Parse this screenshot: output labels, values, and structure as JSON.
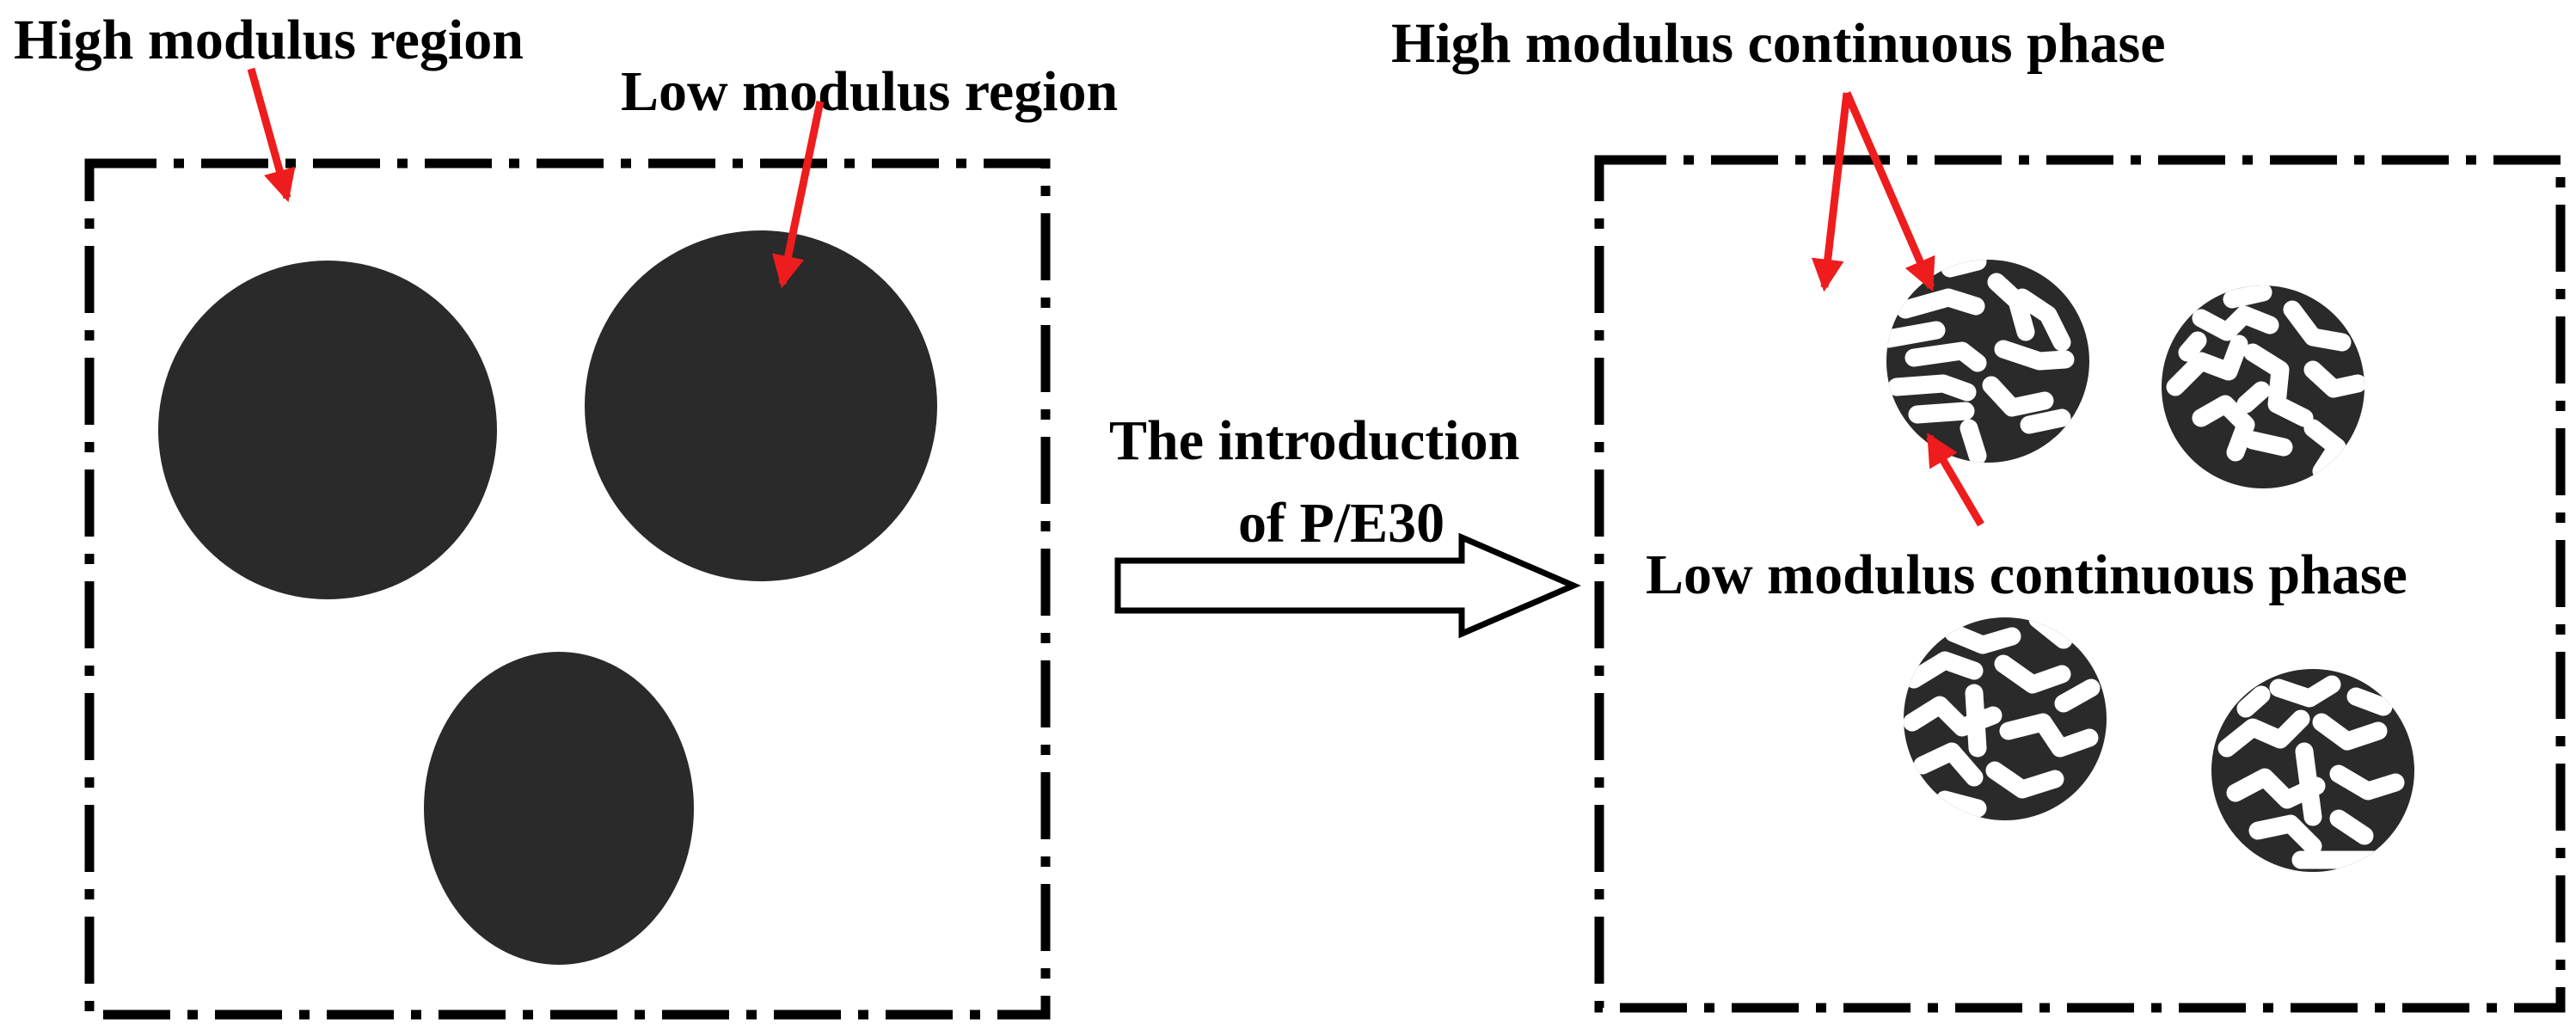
{
  "left_panel": {
    "label_high_region": "High modulus region",
    "label_low_region": "Low modulus region"
  },
  "transition": {
    "line1": "The introduction",
    "line2": "of P/E30"
  },
  "right_panel": {
    "label_high_phase": "High modulus continuous phase",
    "label_low_phase": "Low modulus continuous phase"
  },
  "colors": {
    "arrow": "#ee1c1c",
    "domain_fill": "#2a2a2a",
    "frame": "#000000",
    "phase_network": "#ffffff"
  }
}
